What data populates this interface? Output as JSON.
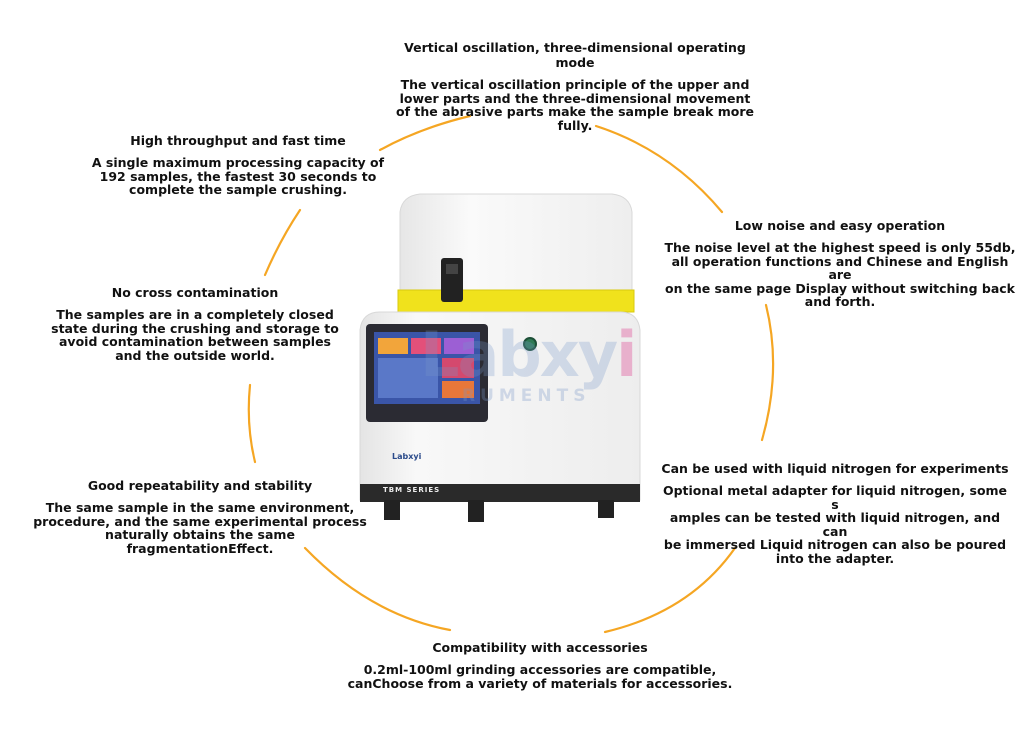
{
  "features": [
    {
      "title": "Vertical oscillation, three-dimensional operating mode",
      "lines": [
        "The vertical oscillation principle of the upper and",
        "lower parts and the three-dimensional movement",
        "of the abrasive parts make the sample break more",
        "fully."
      ]
    },
    {
      "title": "High throughput and fast time",
      "lines": [
        "A single maximum processing capacity of",
        "192 samples, the fastest 30 seconds to",
        "complete the sample crushing."
      ]
    },
    {
      "title": "Low noise and easy operation",
      "lines": [
        "The noise level at the highest speed is only 55db,",
        "all operation functions and Chinese and English are",
        "on the same page  Display without switching back",
        "and forth."
      ]
    },
    {
      "title": "No cross contamination",
      "lines": [
        "The samples are in a completely closed",
        "state during the crushing and storage to",
        "avoid contamination between samples",
        "and the outside world."
      ]
    },
    {
      "title": "Can be used with liquid nitrogen for experiments",
      "lines": [
        "Optional metal adapter for liquid nitrogen, some s",
        "amples can be tested with liquid nitrogen, and can",
        "be immersed Liquid nitrogen can also be poured",
        "into  the adapter."
      ]
    },
    {
      "title": "Good repeatability and stability",
      "lines": [
        "The same sample in the same environment,",
        "procedure, and the same experimental process",
        "naturally obtains the same fragmentationEffect."
      ]
    },
    {
      "title": "Compatibility with accessories",
      "lines": [
        "0.2ml-100ml grinding accessories are compatible,",
        "canChoose from a variety of materials for accessories."
      ]
    }
  ],
  "device": {
    "brand_label": "Labxyi",
    "series_label": "TBM SERIES"
  },
  "watermark": {
    "main": "Labxy",
    "accent": "i",
    "sub": "RUMENTS"
  },
  "colors": {
    "arc": "#f5a623",
    "lid_band": "#f0e21c",
    "screen_bg": "#2b2b33",
    "body": "#f4f4f4"
  }
}
